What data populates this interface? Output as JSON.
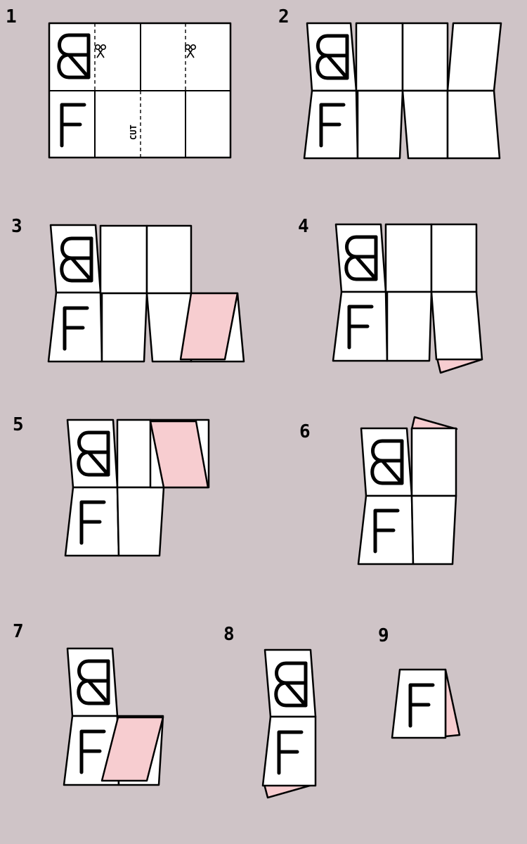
{
  "steps": [
    {
      "number": "1",
      "cut_label": "CUT",
      "letters": [
        "B",
        "F"
      ]
    },
    {
      "number": "2",
      "letters": [
        "B",
        "F"
      ]
    },
    {
      "number": "3",
      "letters": [
        "B",
        "F"
      ]
    },
    {
      "number": "4",
      "letters": [
        "B",
        "F"
      ]
    },
    {
      "number": "5",
      "letters": [
        "B",
        "F"
      ]
    },
    {
      "number": "6",
      "letters": [
        "B",
        "F"
      ]
    },
    {
      "number": "7",
      "letters": [
        "B",
        "F"
      ]
    },
    {
      "number": "8",
      "letters": [
        "B",
        "F"
      ]
    },
    {
      "number": "9",
      "letters": [
        "F"
      ]
    }
  ],
  "icons": [
    "scissors-icon",
    "scissors-icon"
  ],
  "colors": {
    "background": "#cfc4c7",
    "panel": "#ffffff",
    "back_side": "#f7cdd0",
    "line": "#000000"
  }
}
